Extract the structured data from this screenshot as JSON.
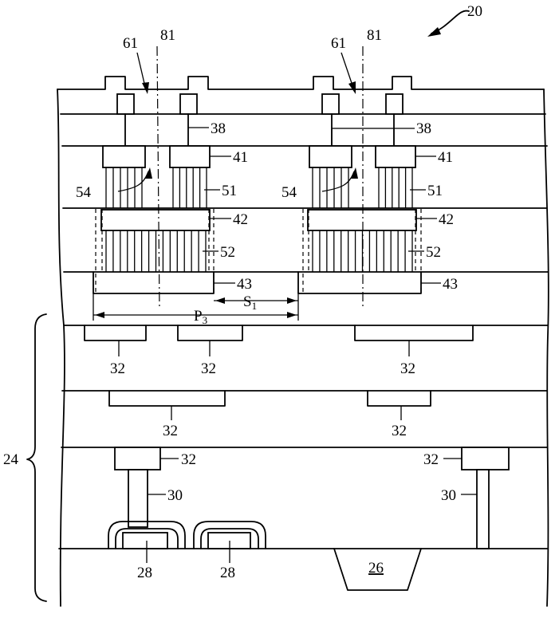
{
  "figure": {
    "labels": {
      "ref_20": "20",
      "ref_61_left": "61",
      "ref_81_left": "81",
      "ref_61_right": "61",
      "ref_81_right": "81",
      "ref_38_left": "38",
      "ref_38_right": "38",
      "ref_41_left": "41",
      "ref_41_right": "41",
      "ref_54_left": "54",
      "ref_54_right": "54",
      "ref_51_left": "51",
      "ref_51_right": "51",
      "ref_42_left": "42",
      "ref_42_right": "42",
      "ref_52_left": "52",
      "ref_52_right": "52",
      "ref_43_left": "43",
      "ref_43_right": "43",
      "ref_s1": "S",
      "ref_s1_sub": "1",
      "ref_p3": "P",
      "ref_p3_sub": "3",
      "ref_32_a": "32",
      "ref_32_b": "32",
      "ref_32_c": "32",
      "ref_32_d": "32",
      "ref_32_e": "32",
      "ref_32_f": "32",
      "ref_32_g": "32",
      "ref_24": "24",
      "ref_30_left": "30",
      "ref_30_right": "30",
      "ref_28_left": "28",
      "ref_28_right": "28",
      "ref_26": "26"
    }
  }
}
